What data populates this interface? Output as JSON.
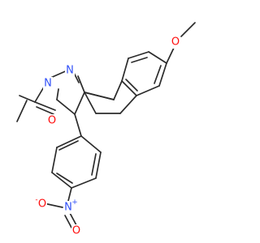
{
  "molecule": {
    "atoms": {
      "o_methoxy": {
        "label": "O",
        "color": "#ff0d0d"
      },
      "n_pyrazoline_1": {
        "label": "N",
        "color": "#3050f8"
      },
      "n_pyrazoline_2": {
        "label": "N",
        "color": "#3050f8"
      },
      "o_acetyl": {
        "label": "O",
        "color": "#ff0d0d"
      },
      "n_nitro": {
        "label": "N",
        "color": "#3050f8",
        "charge": "+"
      },
      "o_nitro_1": {
        "label": "O",
        "color": "#ff0d0d",
        "charge": "-"
      },
      "o_nitro_2": {
        "label": "O",
        "color": "#ff0d0d"
      }
    },
    "bond_color": "#2b2b2b"
  }
}
